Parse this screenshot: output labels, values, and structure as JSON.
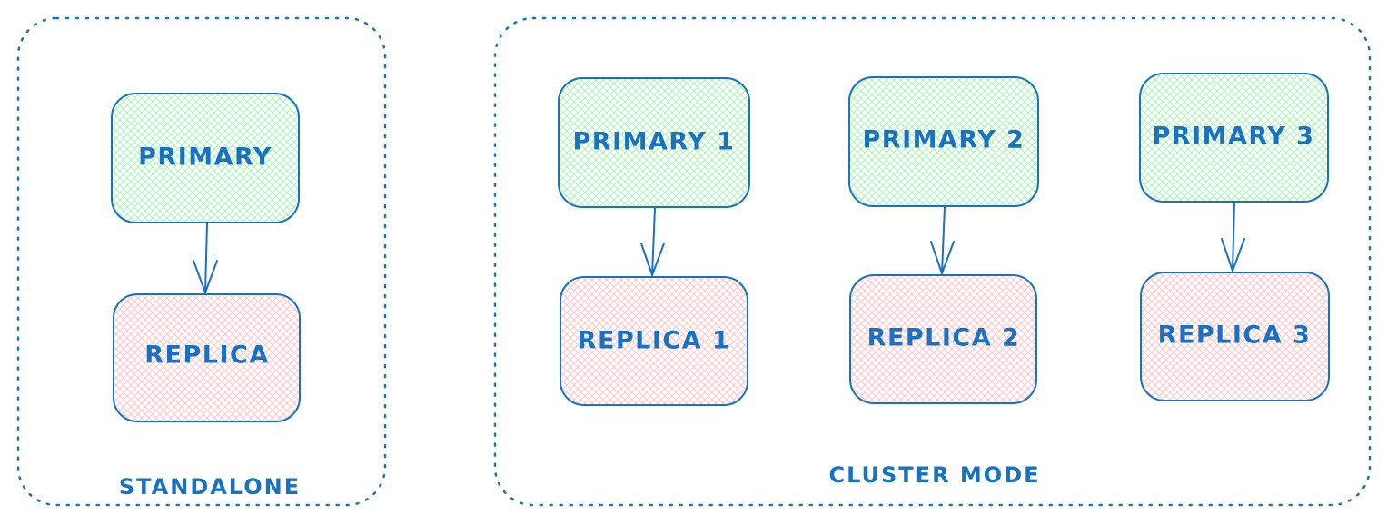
{
  "diagram": {
    "colors": {
      "stroke": "#1971c2",
      "primary_fill": "#b2f2bb",
      "replica_fill": "#ffc9c9"
    },
    "groups": [
      {
        "id": "standalone",
        "label": "STANDALONE"
      },
      {
        "id": "cluster",
        "label": "CLUSTER MODE"
      }
    ],
    "nodes": [
      {
        "id": "sa-primary",
        "role": "primary",
        "label": "PRIMARY"
      },
      {
        "id": "sa-replica",
        "role": "replica",
        "label": "REPLICA"
      },
      {
        "id": "p1",
        "role": "primary",
        "label": "PRIMARY 1"
      },
      {
        "id": "p2",
        "role": "primary",
        "label": "PRIMARY 2"
      },
      {
        "id": "p3",
        "role": "primary",
        "label": "PRIMARY 3"
      },
      {
        "id": "r1",
        "role": "replica",
        "label": "REPLICA 1"
      },
      {
        "id": "r2",
        "role": "replica",
        "label": "REPLICA 2"
      },
      {
        "id": "r3",
        "role": "replica",
        "label": "REPLICA 3"
      }
    ],
    "edges": [
      {
        "from": "sa-primary",
        "to": "sa-replica"
      },
      {
        "from": "p1",
        "to": "r1"
      },
      {
        "from": "p2",
        "to": "r2"
      },
      {
        "from": "p3",
        "to": "r3"
      }
    ]
  }
}
